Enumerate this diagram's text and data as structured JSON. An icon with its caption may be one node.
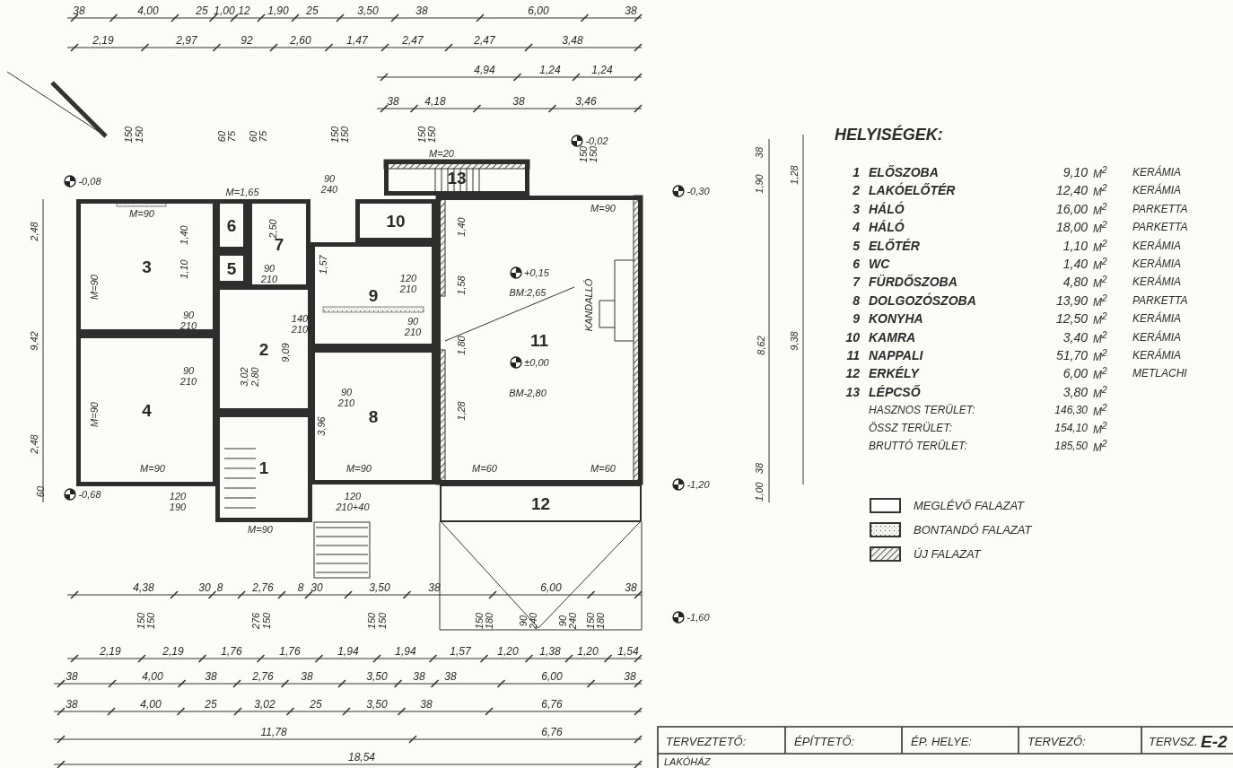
{
  "diagram": {
    "nodes": [
      {
        "text": [
          "1"
        ]
      },
      {
        "text": [
          "2"
        ]
      },
      {
        "text": [
          "3"
        ]
      },
      {
        "text": [
          "4"
        ]
      },
      {
        "text": [
          "5"
        ]
      },
      {
        "text": [
          "6"
        ]
      },
      {
        "text": [
          "7"
        ]
      },
      {
        "text": [
          "8"
        ]
      },
      {
        "text": [
          "9"
        ]
      },
      {
        "text": [
          "10"
        ]
      },
      {
        "text": [
          "11"
        ]
      },
      {
        "text": [
          "12"
        ]
      },
      {
        "text": [
          "13"
        ]
      }
    ],
    "labels": [
      "HELYISÉGEK:",
      "1",
      "ELŐSZOBA",
      "9,10",
      "M$^{2}$",
      "KERÁMIA",
      "2",
      "LAKÓELŐTÉR",
      "12,40",
      "M$^{2}$",
      "KERÁMIA",
      "3",
      "HÁLÓ",
      "16,00",
      "M$^{2}$",
      "PARKETTA",
      "4",
      "HÁLÓ",
      "18,00",
      "M$^{2}$",
      "PARKETTA",
      "5",
      "ELŐTÉR",
      "1,10",
      "M$^{2}$",
      "KERÁMIA",
      "6",
      "WC",
      "1,40",
      "M$^{2}$",
      "KERÁMIA",
      "7",
      "FÜRDŐSZOBA",
      "4,80",
      "M$^{2}$",
      "KERÁMIA",
      "8",
      "DOLGOZÓSZOBA",
      "13,90",
      "M$^{2}$",
      "PARKETTA",
      "9",
      "KONYHA",
      "12,50",
      "M$^{2}$",
      "KERÁMIA",
      "10",
      "KAMRA",
      "3,40",
      "M$^{2}$",
      "KERÁMIA",
      "11",
      "NAPPALI",
      "51,70",
      "M$^{2}$",
      "KERÁMIA",
      "12",
      "ERKÉLY",
      "6,00",
      "M$^{2}$",
      "METLACHI",
      "13",
      "LÉPCSŐ",
      "3,80",
      "M$^{2}$",
      "HASZNOS TERÜLET:",
      "146,30",
      "M$^{2}$",
      "ÖSSZ TERÜLET:",
      "154,10",
      "M$^{2}$",
      "BRUTTÓ TERÜLET:",
      "185,50",
      "M$^{2}$",
      "TERVEZTETŐ:",
      "ÉPÍTTETŐ:",
      "ÉP. HELYE:",
      "TERVEZŐ:",
      "TERVSZ.",
      "E-2",
      "LAKÓHÁZ",
      "38",
      "4,00",
      "25",
      "1,00",
      "12",
      "1,90",
      "25",
      "3,50",
      "38",
      "6,00",
      "38",
      "2,19",
      "2,97",
      "92",
      "2,60",
      "1,47",
      "2,47",
      "2,47",
      "3,48",
      "4,94",
      "1,24",
      "1,24",
      "38",
      "4,18",
      "38",
      "3,46",
      "4,38",
      "30",
      "8",
      "2,76",
      "8",
      "30",
      "3,50",
      "38",
      "6,00",
      "38",
      "2,19",
      "2,19",
      "1,76",
      "1,76",
      "1,94",
      "1,94",
      "1,57",
      "1,20",
      "1,38",
      "1,20",
      "1,54",
      "38",
      "4,00",
      "38",
      "2,76",
      "38",
      "3,50",
      "38",
      "38",
      "6,00",
      "38",
      "38",
      "4,00",
      "25",
      "3,02",
      "25",
      "3,50",
      "38",
      "6,76",
      "11,78",
      "6,76",
      "18,54",
      "-0,08",
      "-0,02",
      "-0,30",
      "+0,15",
      "±0,00",
      "-1,20",
      "-0,68",
      "-1,60",
      "BM:2,65",
      "BM-2,80",
      "KANDALLÓ",
      "M=90",
      "M=90",
      "M=90",
      "M=90",
      "M=1,65",
      "M=20",
      "M=90",
      "M=90",
      "M=60",
      "M=60",
      "M=90",
      "90",
      "240",
      "90",
      "210",
      "90",
      "210",
      "90",
      "210",
      "140",
      "210",
      "120",
      "210",
      "90",
      "210",
      "90",
      "210",
      "120",
      "190",
      "120",
      "210+40",
      "150",
      "150",
      "60",
      "75",
      "60",
      "75",
      "150",
      "150",
      "150",
      "150",
      "150",
      "150",
      "150",
      "150",
      "276",
      "150",
      "150",
      "150",
      "150",
      "180",
      "90",
      "240",
      "90",
      "240",
      "150",
      "180",
      "2,48",
      "9,42",
      "2,48",
      "60",
      "38",
      "1,90",
      "1,28",
      "8,62",
      "9,38",
      "38",
      "1,00",
      "1,40",
      "1,10",
      "2,50",
      "1,57",
      "1,40",
      "1,58",
      "1,80",
      "1,28",
      "3,02",
      "2,80",
      "9,09",
      "3,96"
    ],
    "legend": [
      {
        "text": "MEGLÉVŐ FALAZAT"
      },
      {
        "text": "BONTANDÓ FALAZAT"
      },
      {
        "text": "ÚJ FALAZAT"
      }
    ]
  }
}
